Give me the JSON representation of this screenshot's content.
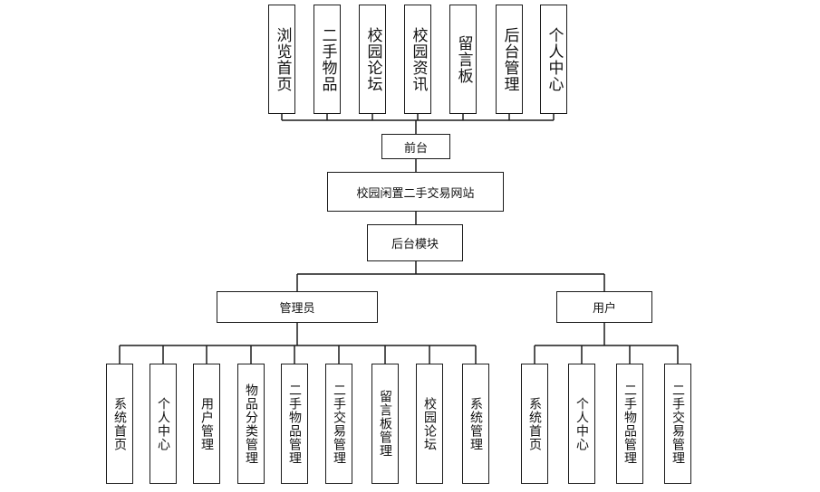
{
  "frontend": {
    "label": "前台",
    "children": [
      "浏览首页",
      "二手物品",
      "校园论坛",
      "校园资讯",
      "留言板",
      "后台管理",
      "个人中心"
    ]
  },
  "site": {
    "label": "校园闲置二手交易网站"
  },
  "backend": {
    "label": "后台模块"
  },
  "admin": {
    "label": "管理员",
    "children": [
      "系统首页",
      "个人中心",
      "用户管理",
      "物品分类管理",
      "二手物品管理",
      "二手交易管理",
      "留言板管理",
      "校园论坛",
      "系统管理"
    ]
  },
  "user": {
    "label": "用户",
    "children": [
      "系统首页",
      "个人中心",
      "二手物品管理",
      "二手交易管理"
    ]
  }
}
